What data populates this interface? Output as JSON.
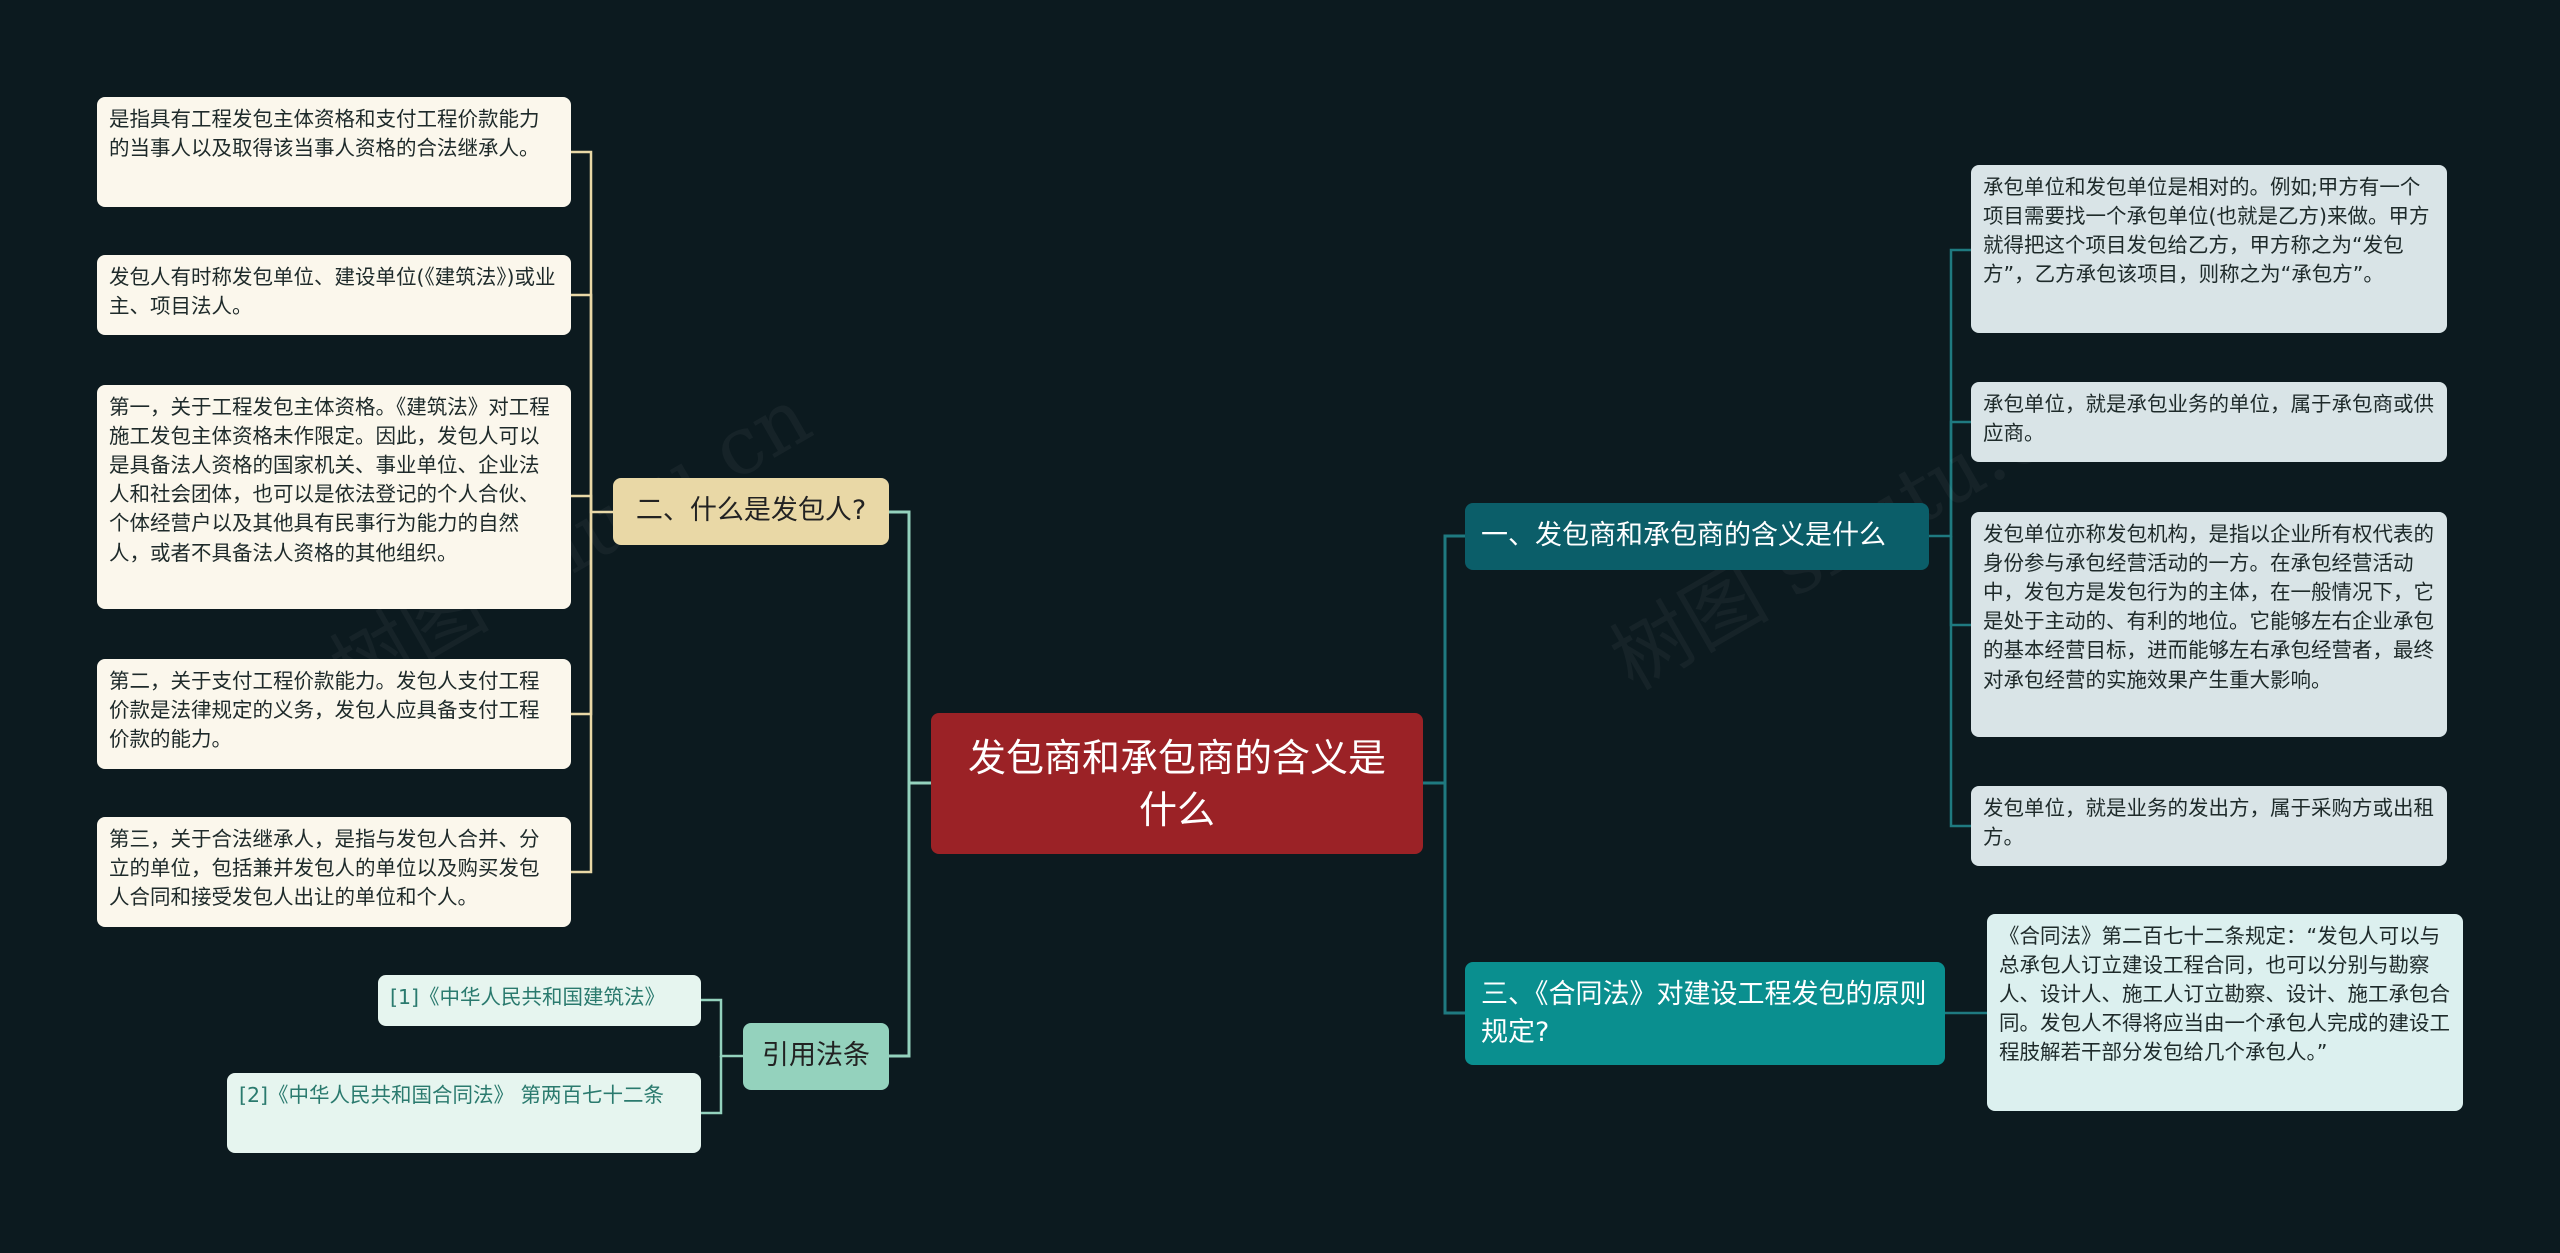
{
  "root": {
    "label": "发包商和承包商的含义是什么"
  },
  "branches": {
    "b1": {
      "label": "一、发包商和承包商的含义是什么",
      "leaves": [
        "承包单位和发包单位是相对的。例如;甲方有一个项目需要找一个承包单位(也就是乙方)来做。甲方就得把这个项目发包给乙方，甲方称之为“发包方”，乙方承包该项目，则称之为“承包方”。",
        "承包单位，就是承包业务的单位，属于承包商或供应商。",
        "发包单位亦称发包机构，是指以企业所有权代表的身份参与承包经营活动的一方。在承包经营活动中，发包方是发包行为的主体，在一般情况下，它是处于主动的、有利的地位。它能够左右企业承包的基本经营目标，进而能够左右承包经营者，最终对承包经营的实施效果产生重大影响。",
        "发包单位，就是业务的发出方，属于采购方或出租方。"
      ]
    },
    "b2": {
      "label": "二、什么是发包人?",
      "leaves": [
        "是指具有工程发包主体资格和支付工程价款能力的当事人以及取得该当事人资格的合法继承人。",
        "发包人有时称发包单位、建设单位(《建筑法》)或业主、项目法人。",
        "第一，关于工程发包主体资格。《建筑法》对工程施工发包主体资格未作限定。因此，发包人可以是具备法人资格的国家机关、事业单位、企业法人和社会团体，也可以是依法登记的个人合伙、个体经营户以及其他具有民事行为能力的自然人，或者不具备法人资格的其他组织。",
        "第二，关于支付工程价款能力。发包人支付工程价款是法律规定的义务，发包人应具备支付工程价款的能力。",
        "第三，关于合法继承人，是指与发包人合并、分立的单位，包括兼并发包人的单位以及购买发包人合同和接受发包人出让的单位和个人。"
      ]
    },
    "b3": {
      "label": "三、《合同法》对建设工程发包的原则规定?",
      "leaves": [
        "《合同法》第二百七十二条规定：“发包人可以与总承包人订立建设工程合同，也可以分别与勘察人、设计人、施工人订立勘察、设计、施工承包合同。发包人不得将应当由一个承包人完成的建设工程肢解若干部分发包给几个承包人。”"
      ]
    },
    "refs": {
      "label": "引用法条",
      "leaves": [
        "[1]《中华人民共和国建筑法》",
        "[2]《中华人民共和国合同法》 第两百七十二条"
      ]
    }
  },
  "watermarks": [
    "树图 shutu.cn",
    "树图 shutu.cn"
  ],
  "colors": {
    "background": "#0c1a1f",
    "root": "#9b2226",
    "branch1": "#0b5e69",
    "branch2": "#e9d8a6",
    "branch3": "#0a8f8f",
    "refs": "#94d2bd",
    "line_left": "#e9d8a6",
    "line_right": "#1f7a80",
    "line_refs": "#94d2bd"
  }
}
